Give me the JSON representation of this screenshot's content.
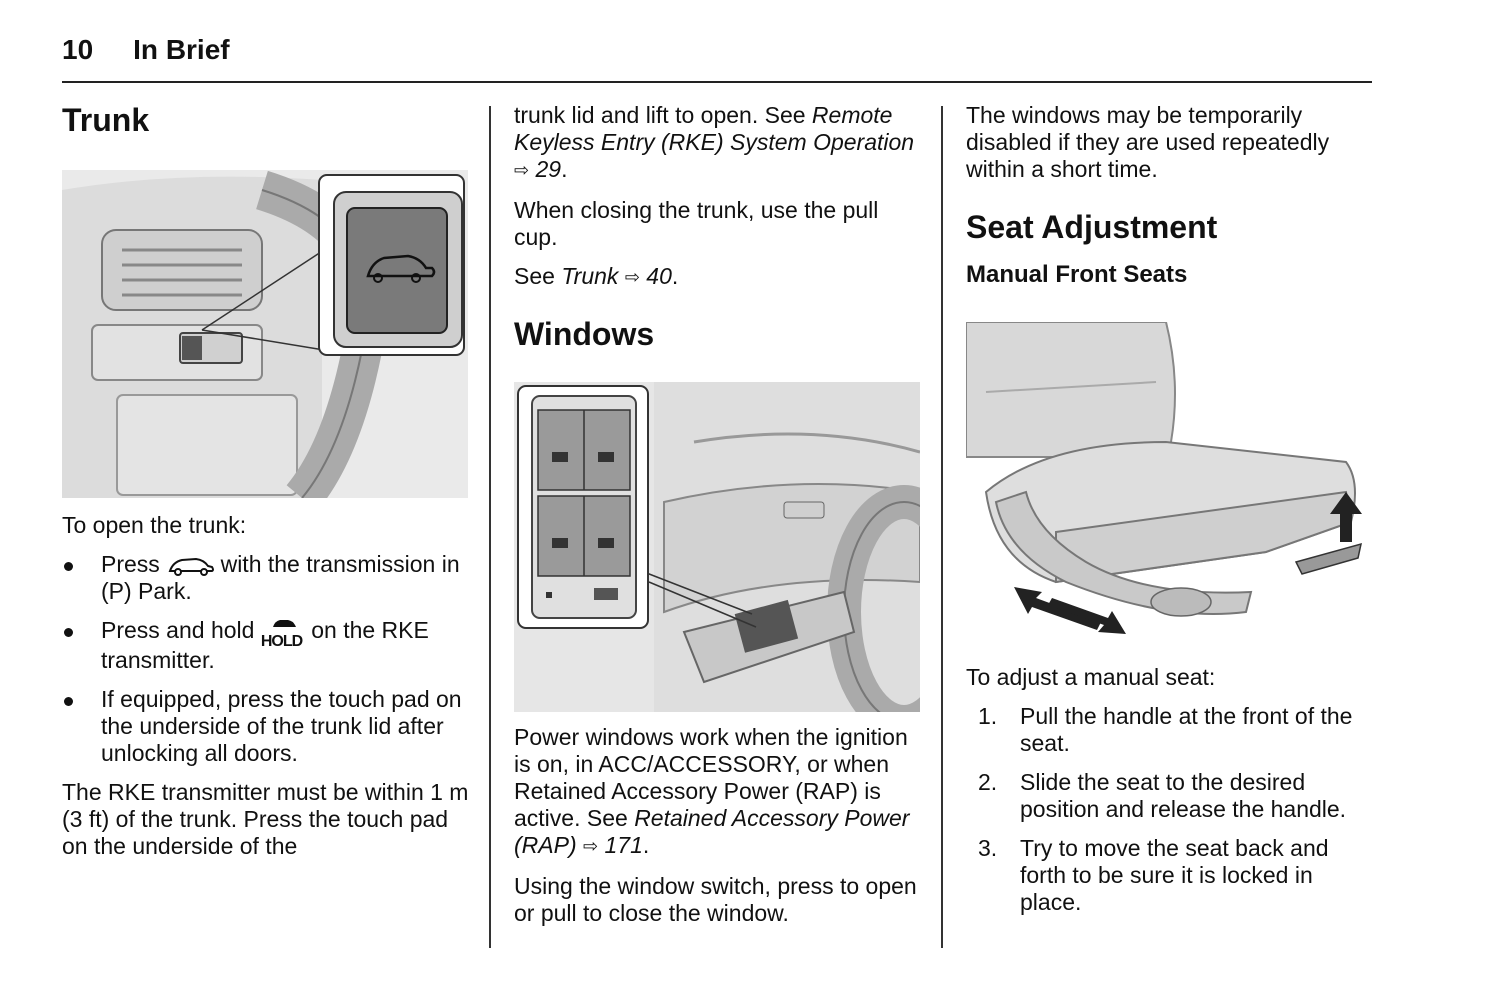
{
  "header": {
    "page_number": "10",
    "section": "In Brief"
  },
  "col1": {
    "title": "Trunk",
    "figure_icon": "trunk-release-button-illustration",
    "intro": "To open the trunk:",
    "bullets": [
      {
        "a": "Press",
        "icon": "trunk-car-icon",
        "b": "with the transmission in (P) Park."
      },
      {
        "a": "Press and hold",
        "icon": "hold-trunk-icon",
        "icon_text": "HOLD",
        "b": "on the RKE transmitter."
      },
      {
        "a": "If equipped, press the touch pad on the underside of the trunk lid after unlocking all doors.",
        "b": ""
      }
    ],
    "para": "The RKE transmitter must be within 1 m (3 ft) of the trunk. Press the touch pad on the underside of the"
  },
  "col2": {
    "para1_a": "trunk lid and lift to open. See",
    "para1_ref": "Remote Keyless Entry (RKE) System Operation",
    "para1_arrow": "⇨",
    "para1_page": "29",
    "para1_end": ".",
    "para2": "When closing the trunk, use the pull cup.",
    "para3_a": "See",
    "para3_ref": "Trunk",
    "para3_arrow": "⇨",
    "para3_page": "40",
    "para3_end": ".",
    "title": "Windows",
    "figure_icon": "power-window-switch-illustration",
    "para4_a": "Power windows work when the ignition is on, in ACC/ACCESSORY, or when Retained Accessory Power (RAP) is active. See",
    "para4_ref": "Retained Accessory Power (RAP)",
    "para4_arrow": "⇨",
    "para4_page": "171",
    "para4_end": ".",
    "para5": "Using the window switch, press to open or pull to close the window."
  },
  "col3": {
    "para1": "The windows may be temporarily disabled if they are used repeatedly within a short time.",
    "title": "Seat Adjustment",
    "subtitle": "Manual Front Seats",
    "figure_icon": "manual-seat-illustration",
    "intro": "To adjust a manual seat:",
    "steps": [
      {
        "n": "1.",
        "t": "Pull the handle at the front of the seat."
      },
      {
        "n": "2.",
        "t": "Slide the seat to the desired position and release the handle."
      },
      {
        "n": "3.",
        "t": "Try to move the seat back and forth to be sure it is locked in place."
      }
    ]
  }
}
